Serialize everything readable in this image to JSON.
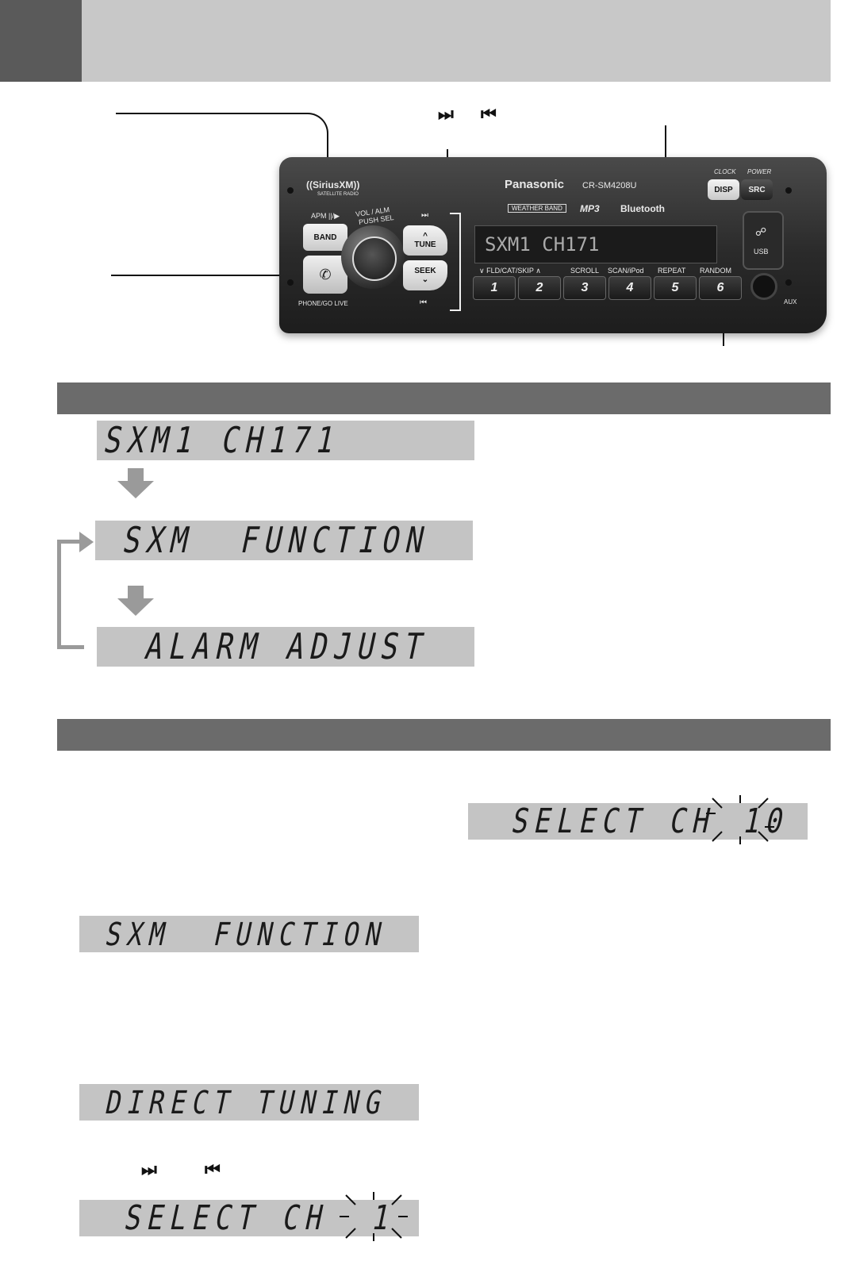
{
  "device": {
    "brand": "Panasonic",
    "model": "CR-SM4208U",
    "siriusxm_logo": "((SiriusXM))",
    "sat_radio": "SATELLITE RADIO",
    "weather_band": "WEATHER BAND",
    "mp3": "MP3",
    "bluetooth": "Bluetooth",
    "apm_label": "APM ||/▶",
    "band_button": "BAND",
    "vol_label": "VOL / ALM",
    "push_sel": "PUSH SEL",
    "tune_button": "TUNE",
    "seek_button": "SEEK",
    "phone_label": "PHONE/GO LIVE",
    "clock_label": "CLOCK",
    "power_label": "POWER",
    "disp_button": "DISP",
    "src_button": "SRC",
    "usb_label": "USB",
    "aux_label": "AUX",
    "display_text": "SXM1 CH171",
    "preset_labels": [
      "∨ FLD/CAT/SKIP ∧",
      "SCROLL",
      "SCAN/iPod",
      "REPEAT",
      "RANDOM"
    ],
    "preset_numbers": [
      "1",
      "2",
      "3",
      "4",
      "5",
      "6"
    ]
  },
  "callout": {
    "skip_forward": "⏭",
    "skip_back": "⏮"
  },
  "section1": {
    "lcd_1": "SXM1 CH171",
    "lcd_2": "SXM  FUNCTION",
    "lcd_3": "ALARM ADJUST"
  },
  "section2": {
    "lcd_select_10": "SELECT CH",
    "lcd_select_10_value": "10",
    "lcd_function": "SXM  FUNCTION",
    "lcd_direct": "DIRECT TUNING",
    "skip_forward": "⏭",
    "skip_back": "⏮",
    "lcd_select_1": "SELECT CH",
    "lcd_select_1_value": "1"
  }
}
